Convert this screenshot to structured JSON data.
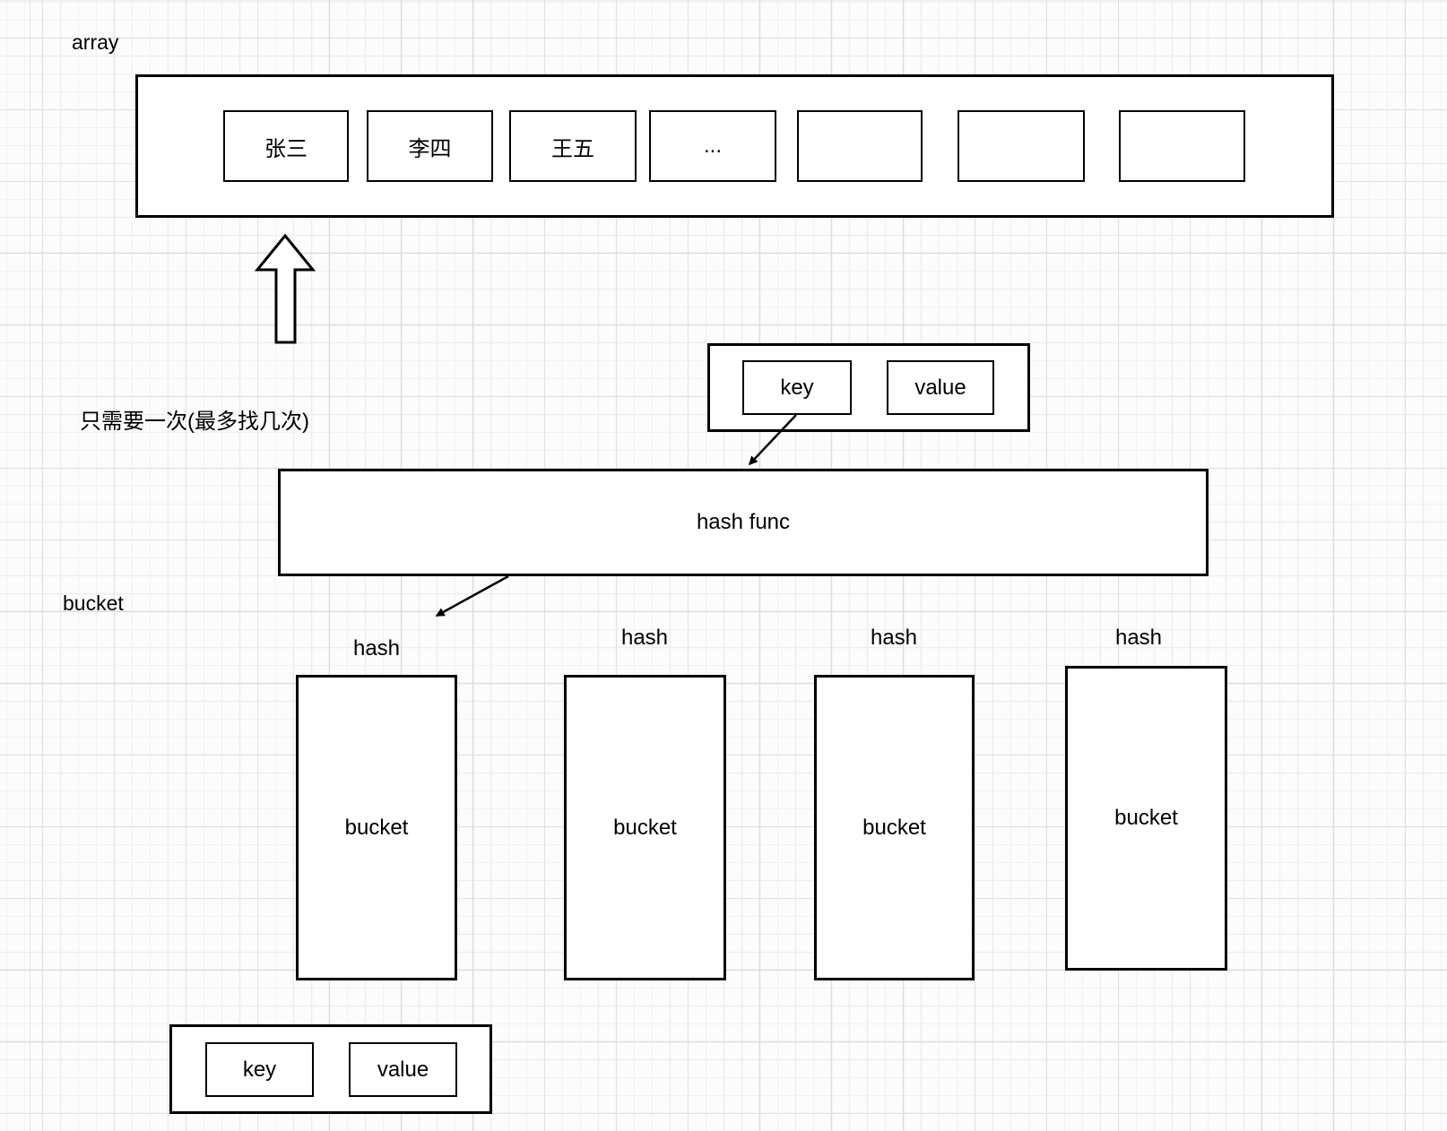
{
  "canvas": {
    "background": "#fcfcfc",
    "grid_minor_color": "#ededed",
    "grid_major_color": "#dcdcdc",
    "stroke_color": "#000000",
    "fill_color": "#ffffff"
  },
  "array_section": {
    "label": "array",
    "cells": [
      "张三",
      "李四",
      "王五",
      "...",
      "",
      "",
      ""
    ]
  },
  "note": "只需要一次(最多找几次)",
  "kv_top": {
    "key": "key",
    "value": "value"
  },
  "hash_func": {
    "label": "hash func"
  },
  "bucket_section": {
    "label": "bucket",
    "columns": [
      {
        "hash": "hash",
        "label": "bucket"
      },
      {
        "hash": "hash",
        "label": "bucket"
      },
      {
        "hash": "hash",
        "label": "bucket"
      },
      {
        "hash": "hash",
        "label": "bucket"
      }
    ]
  },
  "kv_bottom": {
    "key": "key",
    "value": "value"
  }
}
